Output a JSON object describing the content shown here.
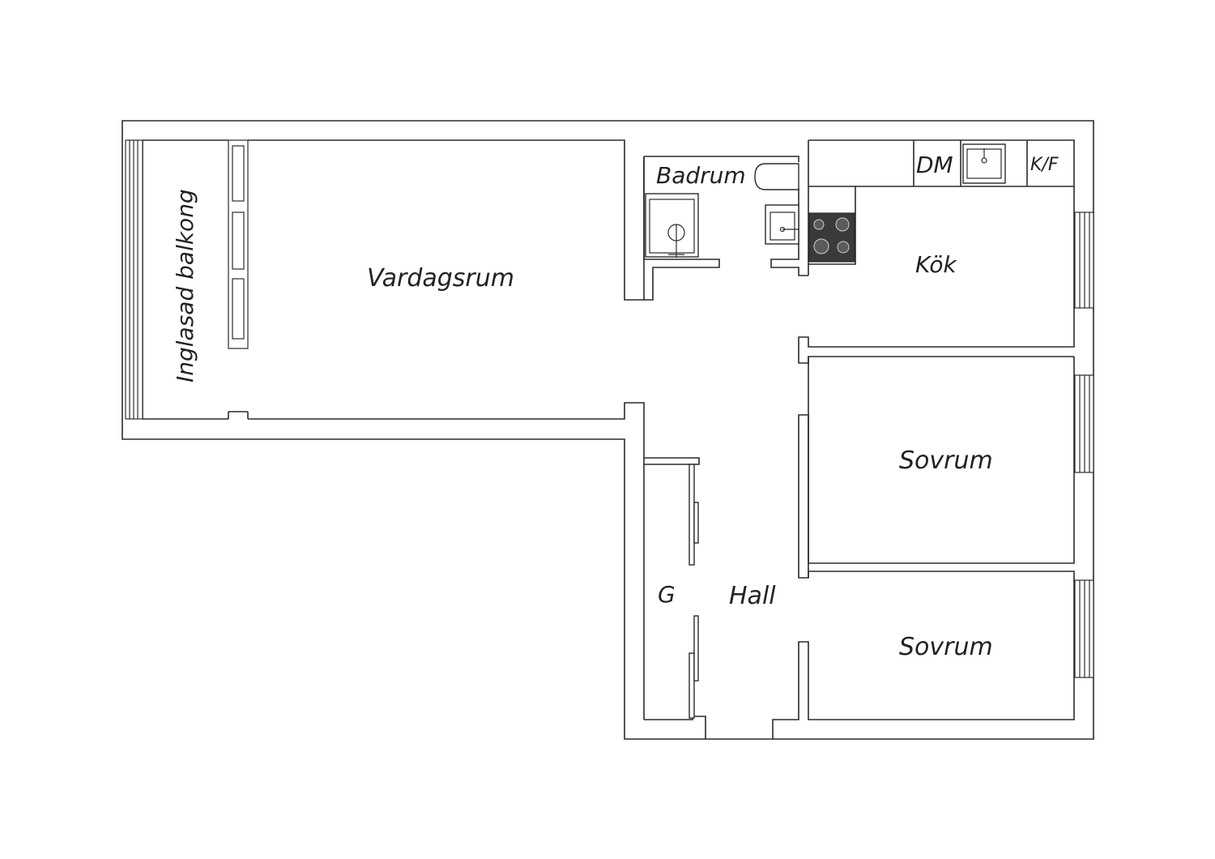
{
  "rooms": {
    "balcony": "Inglasad balkong",
    "living": "Vardagsrum",
    "bathroom": "Badrum",
    "dishwasher": "DM",
    "fridge": "K/F",
    "kitchen": "Kök",
    "bedroom_1": "Sovrum",
    "bedroom_2": "Sovrum",
    "wardrobe": "G",
    "hall": "Hall"
  },
  "colors": {
    "wall_stroke": "#2b2b2b",
    "stove": "#3a3a3a",
    "background": "#ffffff"
  }
}
